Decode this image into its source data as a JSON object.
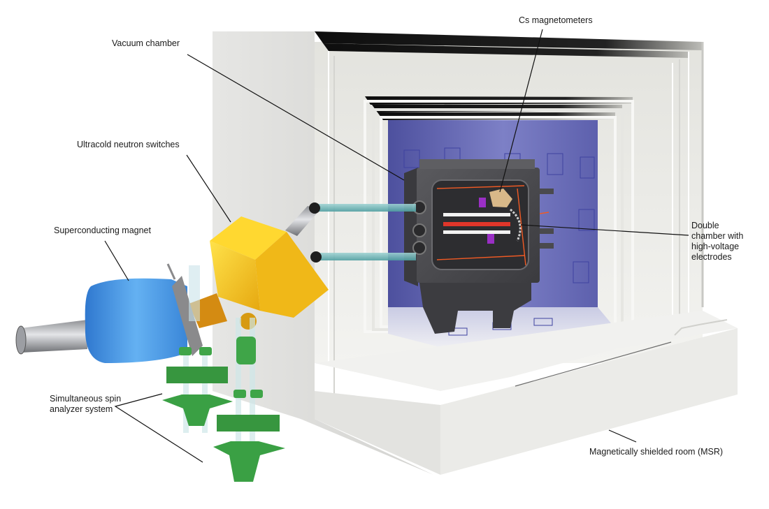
{
  "figure": {
    "subject": "Neutron EDM experiment apparatus inside a magnetically shielded room",
    "colors": {
      "magnet_blue": "#3f8fe0",
      "switch_yellow": "#f2c21b",
      "analyzer_green": "#3fa548",
      "inner_wall_blue": "#5a5fb0",
      "chamber_gray": "#4a4a4e",
      "electrode_red": "#e0362a",
      "shield_white": "#e9e9e6"
    }
  },
  "labels": {
    "vacuum_chamber": "Vacuum chamber",
    "cs_magnetometers": "Cs magnetometers",
    "ucn_switches": "Ultracold neutron switches",
    "superconducting_magnet": "Superconducting magnet",
    "double_chamber": "Double chamber with high-voltage electrodes",
    "spin_analyzer": "Simultaneous spin analyzer system",
    "msr": "Magnetically shielded room (MSR)"
  }
}
